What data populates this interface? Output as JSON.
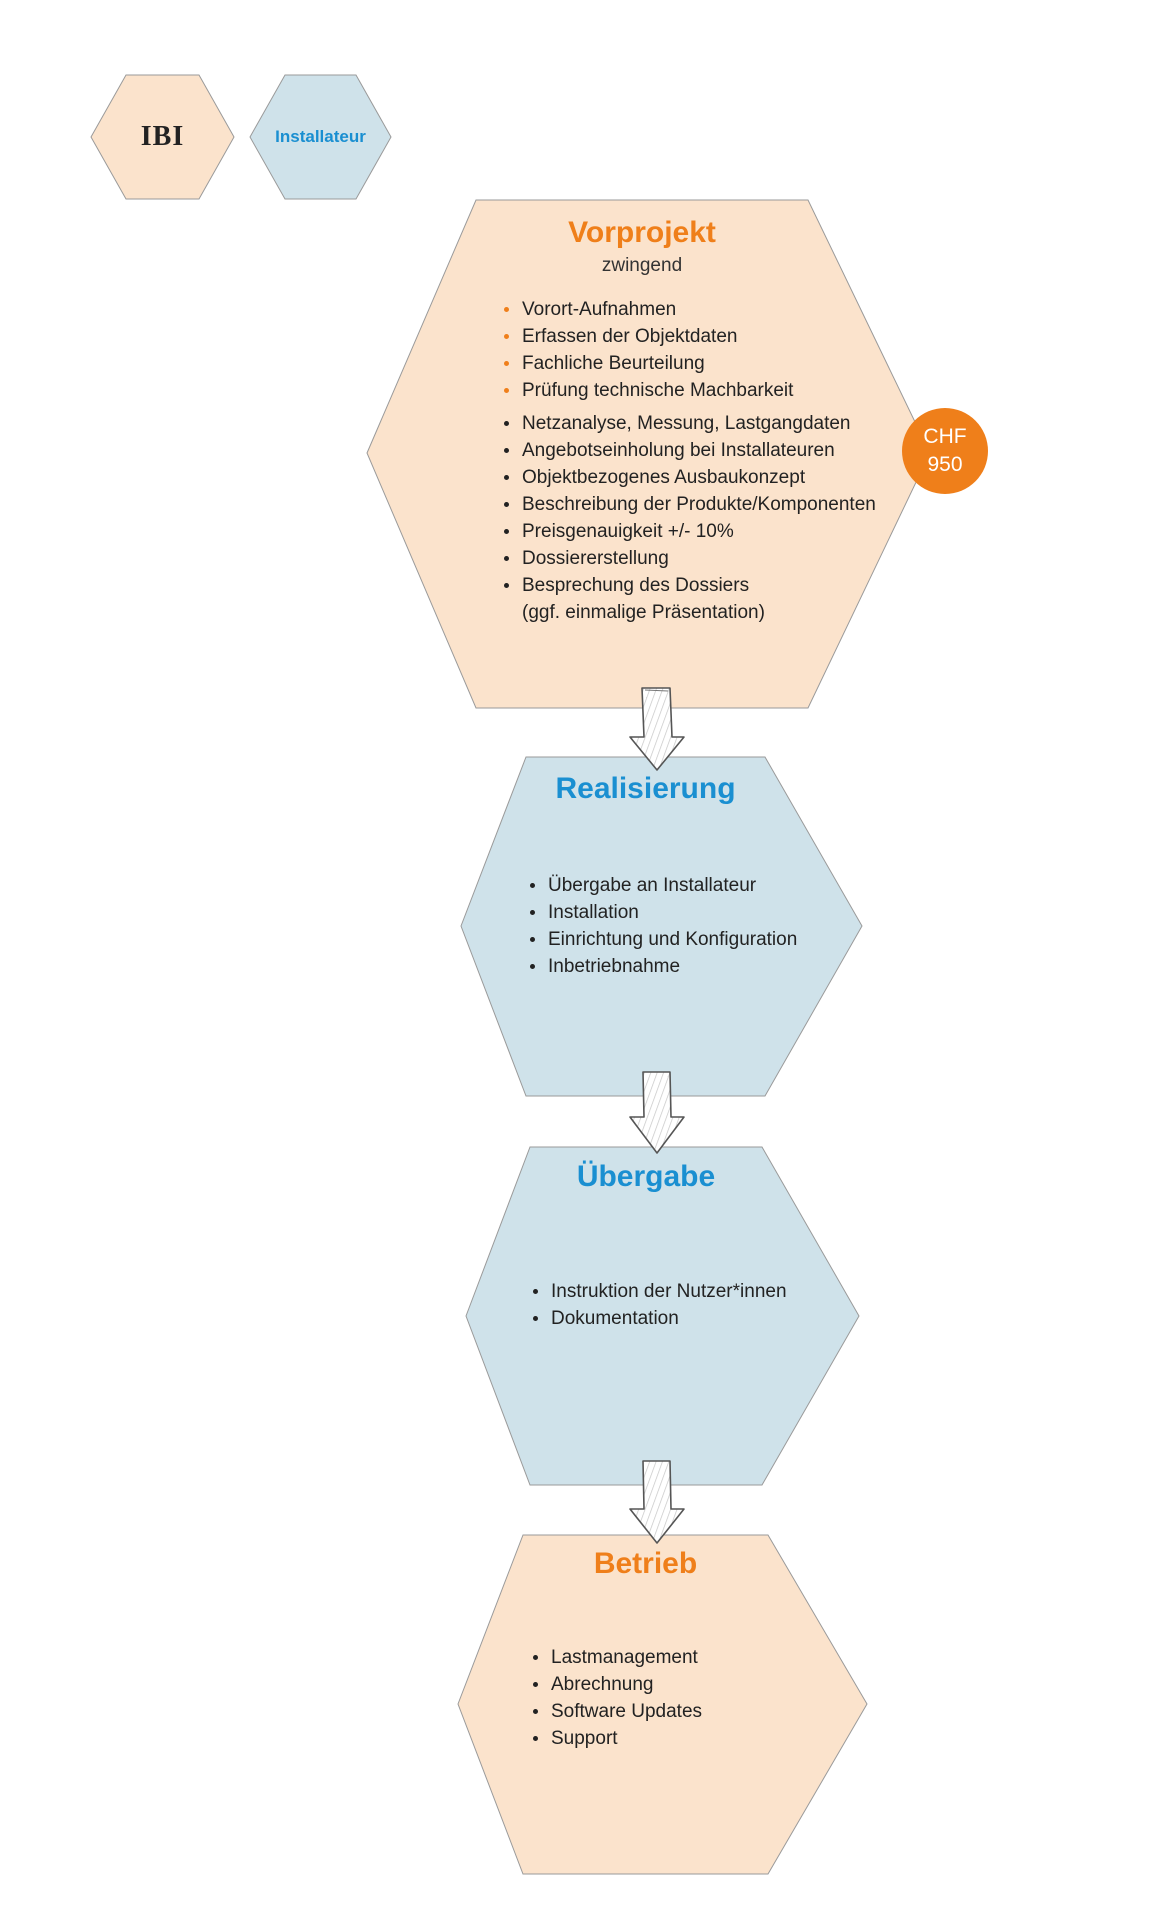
{
  "colors": {
    "peach": "#fbe3cc",
    "lightblue": "#cfe2ea",
    "orange": "#ef7f1a",
    "blue": "#1a8fd1",
    "outline": "#9a9a9a"
  },
  "legend": {
    "ibi_label": "IBI",
    "installateur_label": "Installateur"
  },
  "vorprojekt": {
    "title": "Vorprojekt",
    "subtitle": "zwingend",
    "ibi_items": [
      "Vorort-Aufnahmen",
      "Erfassen der Objektdaten",
      "Fachliche Beurteilung",
      "Prüfung technische Machbarkeit"
    ],
    "items": [
      "Netzanalyse, Messung, Lastgangdaten",
      "Angebotseinholung bei Installateuren",
      "Objektbezogenes Ausbaukonzept",
      "Beschreibung der Produkte/Komponenten",
      "Preisgenauigkeit +/- 10%",
      "Dossiererstellung",
      "Besprechung des Dossiers",
      "(ggf. einmalige Präsentation)"
    ],
    "price_currency": "CHF",
    "price_value": "950"
  },
  "realisierung": {
    "title": "Realisierung",
    "items": [
      "Übergabe an Installateur",
      "Installation",
      "Einrichtung und Konfiguration",
      "Inbetriebnahme"
    ]
  },
  "uebergabe": {
    "title": "Übergabe",
    "items": [
      "Instruktion der Nutzer*innen",
      "Dokumentation"
    ]
  },
  "betrieb": {
    "title": "Betrieb",
    "items": [
      "Lastmanagement",
      "Abrechnung",
      "Software Updates",
      "Support"
    ]
  }
}
